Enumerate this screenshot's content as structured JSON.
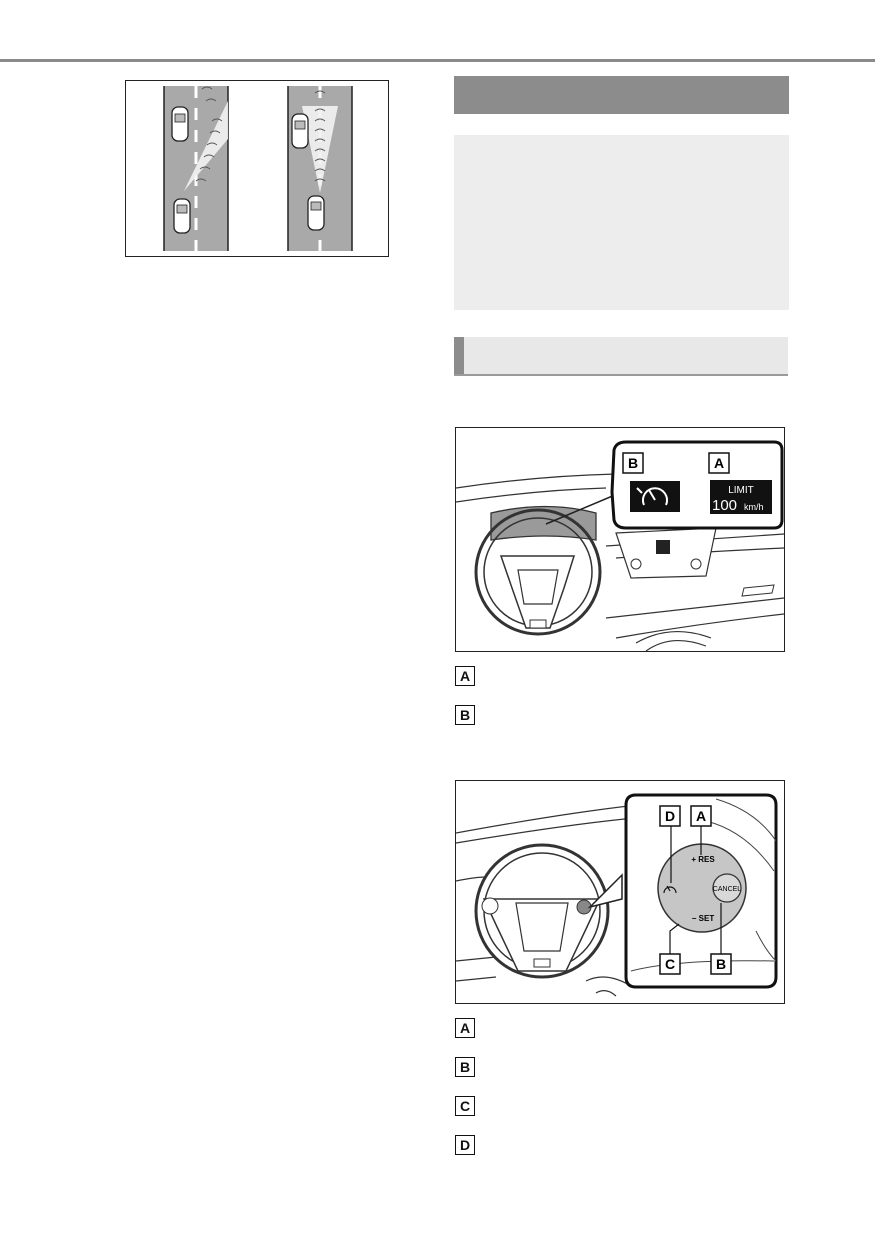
{
  "dash_figure": {
    "callout_b": "B",
    "callout_a": "A",
    "limit_label": "LIMIT",
    "limit_value": "100",
    "limit_unit": "km/h"
  },
  "dash_legend": [
    "A",
    "B"
  ],
  "wheel_figure": {
    "label_d": "D",
    "label_a": "A",
    "label_c": "C",
    "label_b": "B",
    "res_label": "+ RES",
    "set_label": "− SET",
    "cancel_label": "CANCEL"
  },
  "wheel_legend": [
    "A",
    "B",
    "C",
    "D"
  ]
}
